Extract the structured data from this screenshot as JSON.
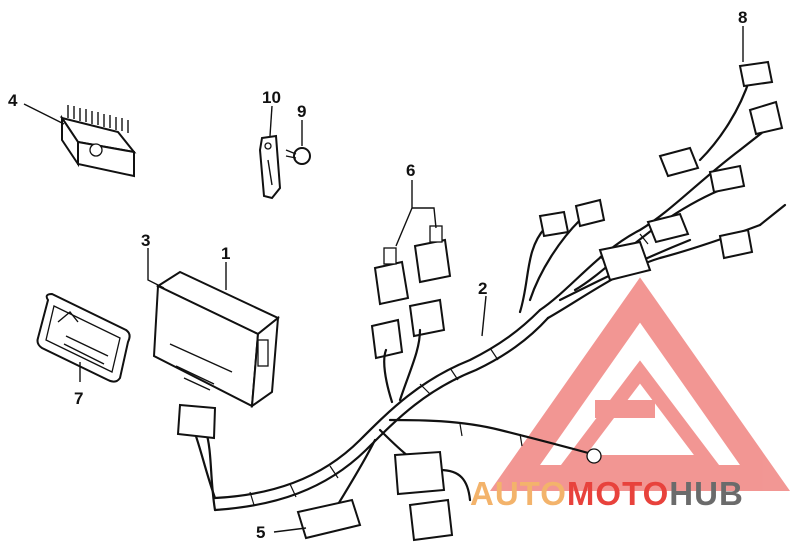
{
  "callouts": [
    {
      "id": "1",
      "label": "1"
    },
    {
      "id": "2",
      "label": "2"
    },
    {
      "id": "3",
      "label": "3"
    },
    {
      "id": "4",
      "label": "4"
    },
    {
      "id": "5",
      "label": "5"
    },
    {
      "id": "6",
      "label": "6"
    },
    {
      "id": "7",
      "label": "7"
    },
    {
      "id": "8",
      "label": "8"
    },
    {
      "id": "9",
      "label": "9"
    },
    {
      "id": "10",
      "label": "10"
    }
  ],
  "watermark": {
    "part1": "AUTO",
    "part2": "MOTO",
    "part3": "HUB",
    "color_light": "#f3b36b",
    "color_red": "#e8423c",
    "color_dark": "#6b6b6b"
  }
}
